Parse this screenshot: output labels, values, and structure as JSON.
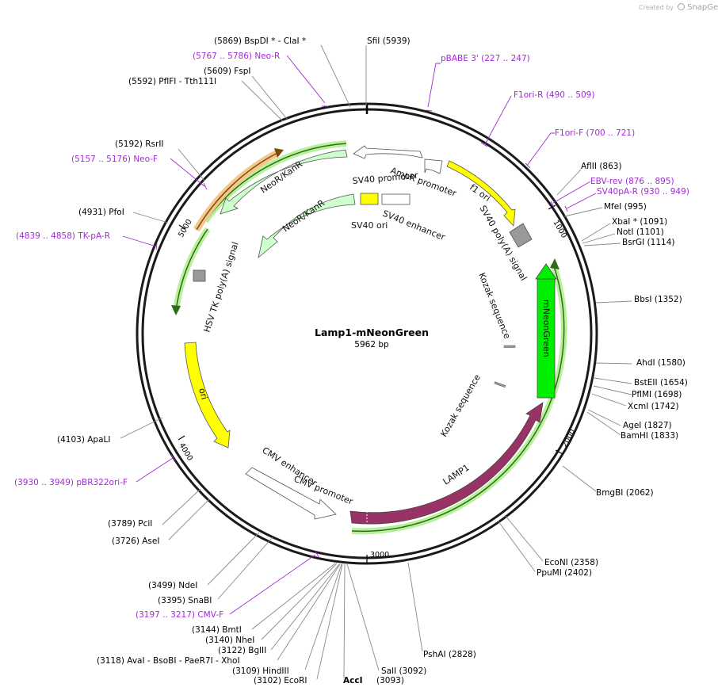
{
  "credit": {
    "prefix": "Created by",
    "brand": "SnapGene"
  },
  "plasmid": {
    "name": "Lamp1-mNeonGreen",
    "length_label": "5962 bp",
    "length": 5962
  },
  "ticks": [
    "1000",
    "2000",
    "3000",
    "4000",
    "5000"
  ],
  "enzymes": [
    {
      "t": "(5869)  BspDI *  -  ClaI *"
    },
    {
      "t": "SfiI   (5939)"
    },
    {
      "t": "(5609)  FspI"
    },
    {
      "t": "(5592)  PflFI  -  Tth111I"
    },
    {
      "t": "(5192)  RsrII"
    },
    {
      "t": "(4931)  PfoI"
    },
    {
      "t": "AflII   (863)"
    },
    {
      "t": "MfeI   (995)"
    },
    {
      "t": "XbaI *   (1091)"
    },
    {
      "t": "NotI   (1101)"
    },
    {
      "t": "BsrGI   (1114)"
    },
    {
      "t": "BbsI   (1352)"
    },
    {
      "t": "AhdI   (1580)"
    },
    {
      "t": "BstEII   (1654)"
    },
    {
      "t": "PflMI   (1698)"
    },
    {
      "t": "XcmI   (1742)"
    },
    {
      "t": "AgeI   (1827)"
    },
    {
      "t": "BamHI   (1833)"
    },
    {
      "t": "BmgBI   (2062)"
    },
    {
      "t": "EcoNI   (2358)"
    },
    {
      "t": "PpuMI   (2402)"
    },
    {
      "t": "PshAI   (2828)"
    },
    {
      "t": "SalI   (3092)"
    },
    {
      "t": "AccI"
    },
    {
      "t": "(3093)"
    },
    {
      "t": "(3102)  EcoRI"
    },
    {
      "t": "(3109)  HindIII"
    },
    {
      "t": "(3118)  AvaI  -  BsoBI  -  PaeR7I  -  XhoI"
    },
    {
      "t": "(3122)  BglII"
    },
    {
      "t": "(3140)  NheI"
    },
    {
      "t": "(3144)  BmtI"
    },
    {
      "t": "(3395)  SnaBI"
    },
    {
      "t": "(3499)  NdeI"
    },
    {
      "t": "(3726)  AseI"
    },
    {
      "t": "(3789)  PciI"
    },
    {
      "t": "(4103)  ApaLI"
    }
  ],
  "primers": [
    {
      "t": "(5767 .. 5786)  Neo-R"
    },
    {
      "t": "pBABE 3'    (227 .. 247)"
    },
    {
      "t": "F1ori-R    (490 .. 509)"
    },
    {
      "t": "F1ori-F    (700 .. 721)"
    },
    {
      "t": "(5157 .. 5176)  Neo-F"
    },
    {
      "t": "EBV-rev    (876 .. 895)"
    },
    {
      "t": "SV40pA-R    (930 .. 949)"
    },
    {
      "t": "(4839 .. 4858)  TK-pA-R"
    },
    {
      "t": "(3930 .. 3949)  pBR322ori-F"
    },
    {
      "t": "(3197 .. 3217)  CMV-F"
    }
  ],
  "features": [
    {
      "t": "f1 ori",
      "color": "#ffff00"
    },
    {
      "t": "SV40 poly(A) signal",
      "color": "#999999"
    },
    {
      "t": "mNeonGreen",
      "color": "#00ee00"
    },
    {
      "t": "LAMP1",
      "color": "#993366"
    },
    {
      "t": "CMV enhancer",
      "color": "#ffffff"
    },
    {
      "t": "CMV promoter",
      "color": "#ffffff"
    },
    {
      "t": "ori",
      "color": "#ffff00"
    },
    {
      "t": "HSV TK poly(A) signal",
      "color": "#999999"
    },
    {
      "t": "NeoR/KanR",
      "color": "#ccffcc"
    },
    {
      "t": "NeoR/KanR",
      "color": "#ccffcc"
    },
    {
      "t": "SV40 promoter",
      "color": "#ffffff"
    },
    {
      "t": "AmpR promoter",
      "color": "#ffffff"
    },
    {
      "t": "SV40 ori",
      "color": "#ffff00"
    },
    {
      "t": "SV40 enhancer",
      "color": "#ffffff"
    },
    {
      "t": "Kozak sequence",
      "color": "#999999"
    },
    {
      "t": "Kozak sequence",
      "color": "#999999"
    }
  ]
}
